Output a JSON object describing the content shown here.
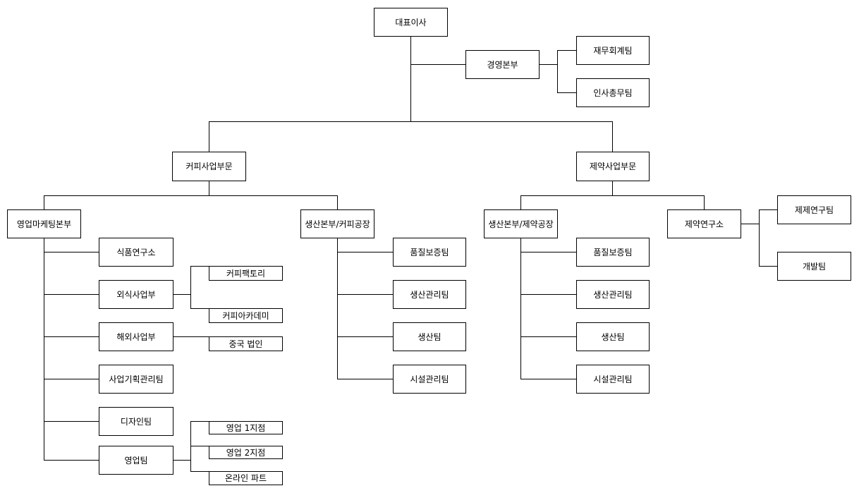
{
  "org_chart": {
    "ceo": "대표이사",
    "management": {
      "name": "경영본부",
      "teams": [
        "재무회계팀",
        "인사총무팀"
      ]
    },
    "coffee_division": {
      "name": "커피사업부문",
      "sales_marketing": {
        "name": "영업마케팅본부",
        "units": {
          "food_lab": "식품연구소",
          "dining": "외식사업부",
          "overseas": "해외사업부",
          "planning": "사업기획관리팀",
          "design": "디자인팀",
          "sales": "영업팀"
        },
        "dining_subs": [
          "커피팩토리",
          "커피아카데미"
        ],
        "overseas_subs": [
          "중국 법인"
        ],
        "sales_subs": [
          "영업 1지점",
          "영업 2지점",
          "온라인 파트"
        ]
      },
      "production": {
        "name": "생산본부/커피공장",
        "teams": [
          "품질보증팀",
          "생산관리팀",
          "생산팀",
          "시설관리팀"
        ]
      }
    },
    "pharma_division": {
      "name": "제약사업부문",
      "production": {
        "name": "생산본부/제약공장",
        "teams": [
          "품질보증팀",
          "생산관리팀",
          "생산팀",
          "시설관리팀"
        ]
      },
      "research": {
        "name": "제약연구소",
        "teams": [
          "제제연구팀",
          "개발팀"
        ]
      }
    }
  }
}
